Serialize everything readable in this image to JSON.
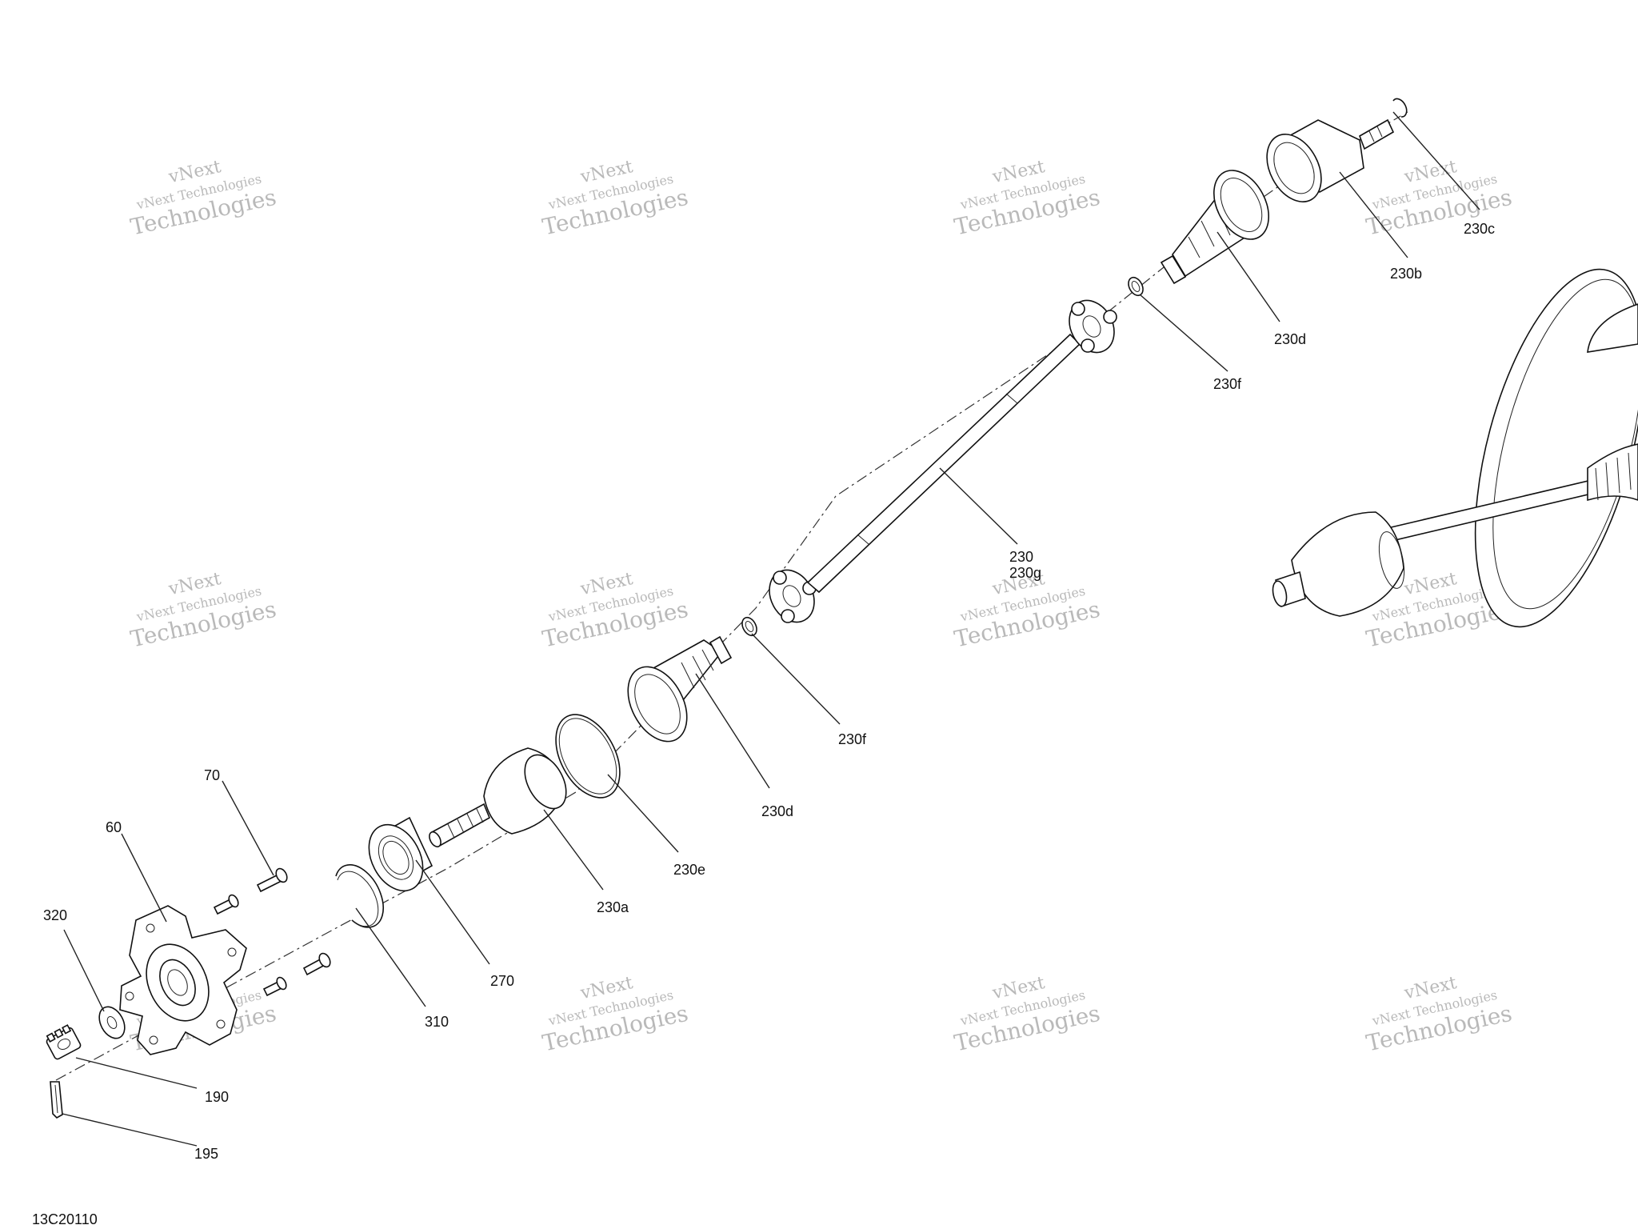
{
  "diagram": {
    "callouts": [
      {
        "id": "230c",
        "text": "230c"
      },
      {
        "id": "230b",
        "text": "230b"
      },
      {
        "id": "230d-upper",
        "text": "230d"
      },
      {
        "id": "230f-upper",
        "text": "230f"
      },
      {
        "id": "230",
        "text": "230"
      },
      {
        "id": "230g",
        "text": "230g"
      },
      {
        "id": "230f-lower",
        "text": "230f"
      },
      {
        "id": "230d-lower",
        "text": "230d"
      },
      {
        "id": "230e",
        "text": "230e"
      },
      {
        "id": "230a",
        "text": "230a"
      },
      {
        "id": "70",
        "text": "70"
      },
      {
        "id": "60",
        "text": "60"
      },
      {
        "id": "320",
        "text": "320"
      },
      {
        "id": "270",
        "text": "270"
      },
      {
        "id": "310",
        "text": "310"
      },
      {
        "id": "190",
        "text": "190"
      },
      {
        "id": "195",
        "text": "195"
      }
    ],
    "document_id": "13C20110",
    "watermark": {
      "line1": "vNext",
      "line2": "vNext Technologies",
      "line3": "Technologies"
    }
  }
}
